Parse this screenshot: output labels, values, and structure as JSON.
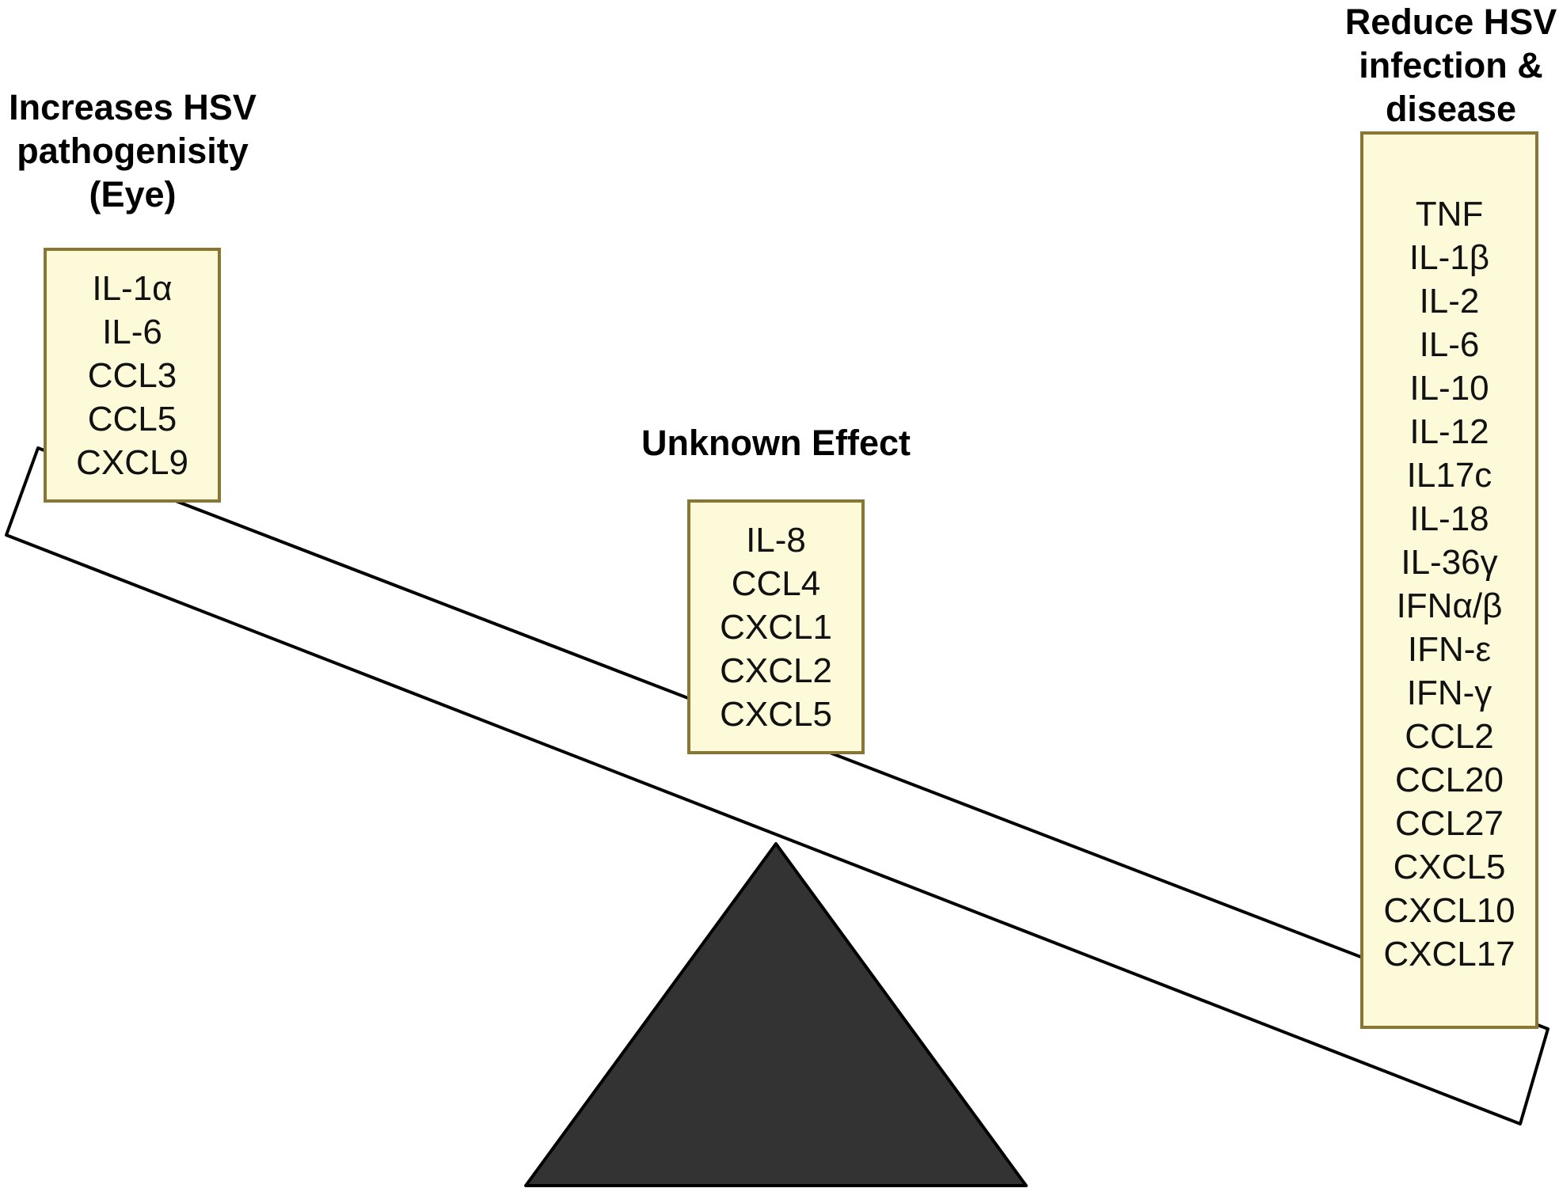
{
  "left_group": {
    "heading": [
      "Increases HSV",
      "pathogenisity",
      "(Eye)"
    ],
    "items": [
      "IL-1α",
      "IL-6",
      "CCL3",
      "CCL5",
      "CXCL9"
    ]
  },
  "middle_group": {
    "heading": [
      "Unknown Effect"
    ],
    "items": [
      "IL-8",
      "CCL4",
      "CXCL1",
      "CXCL2",
      "CXCL5"
    ]
  },
  "right_group": {
    "heading": [
      "Reduce HSV",
      "infection &",
      "disease"
    ],
    "items": [
      "TNF",
      "IL-1β",
      "IL-2",
      "IL-6",
      "IL-10",
      "IL-12",
      "IL17c",
      "IL-18",
      "IL-36γ",
      "IFNα/β",
      "IFN-ε",
      "IFN-γ",
      "CCL2",
      "CCL20",
      "CCL27",
      "CXCL5",
      "CXCL10",
      "CXCL17"
    ]
  },
  "colors": {
    "box_fill": "#fcfad9",
    "box_border": "#8a7634",
    "fulcrum": "#333333",
    "beam_stroke": "#000000"
  }
}
